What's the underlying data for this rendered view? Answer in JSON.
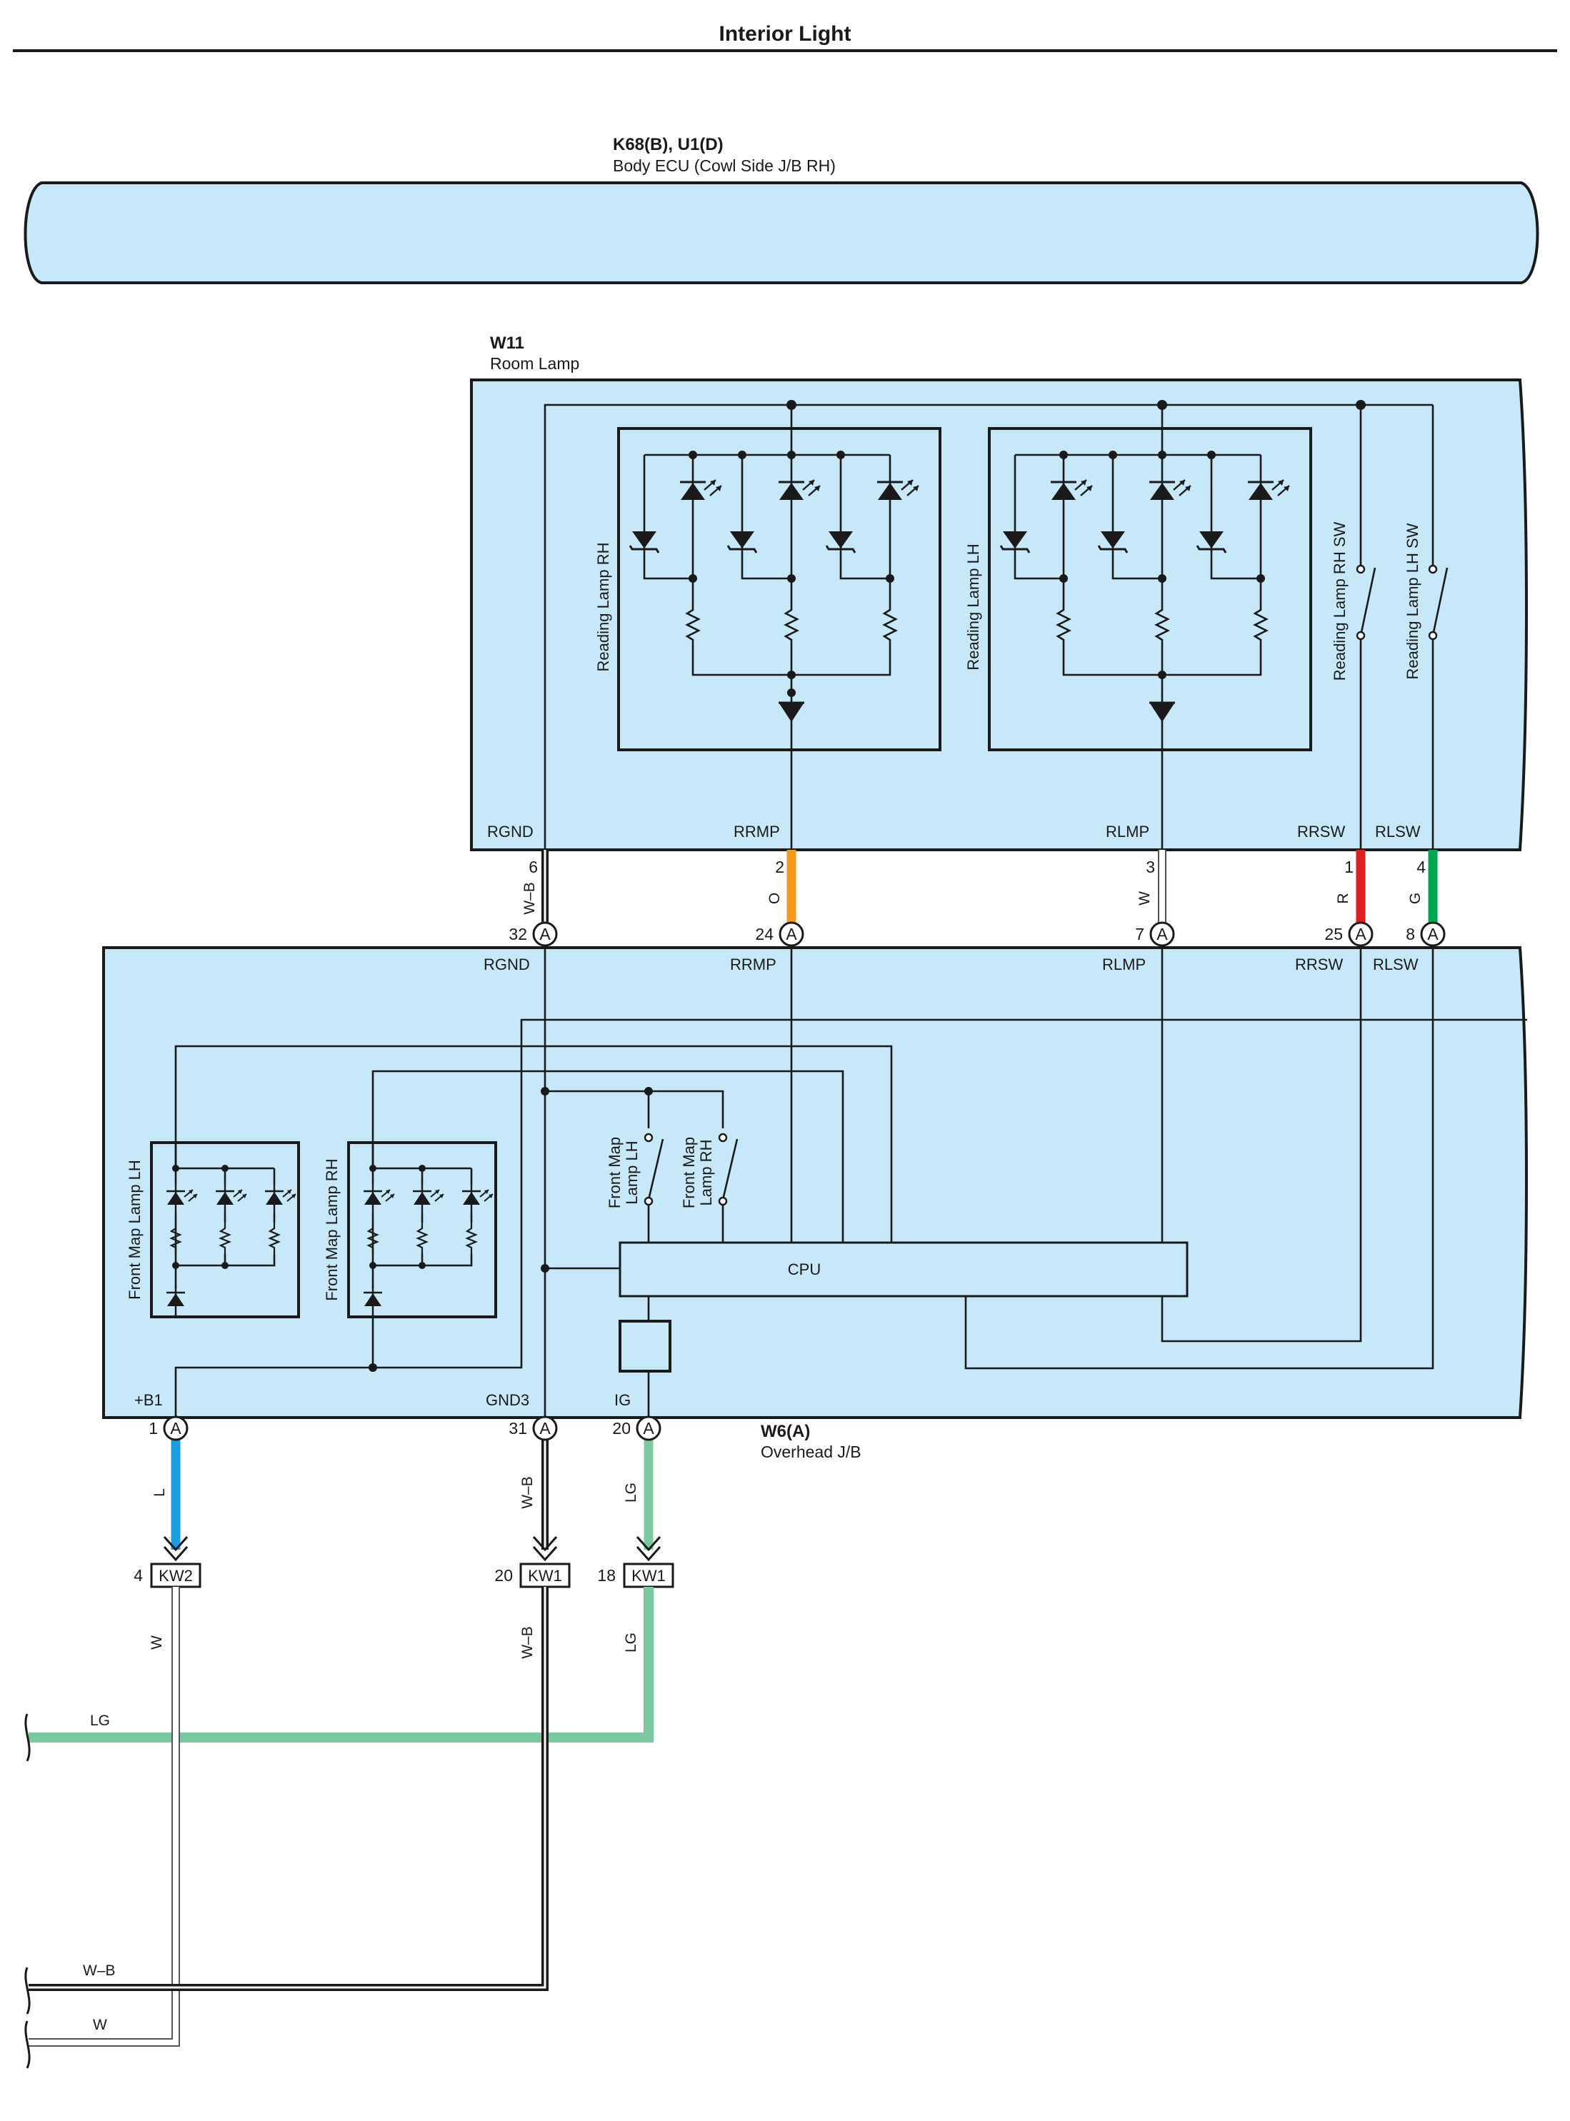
{
  "title": "Interior Light",
  "blocks": {
    "ecu": {
      "id": "K68(B), U1(D)",
      "name": "Body ECU (Cowl Side J/B RH)"
    },
    "room_lamp": {
      "id": "W11",
      "name": "Room Lamp"
    },
    "overhead": {
      "id": "W6(A)",
      "name": "Overhead J/B"
    }
  },
  "room_lamp": {
    "components": [
      "Reading Lamp RH",
      "Reading Lamp LH",
      "Reading Lamp RH SW",
      "Reading Lamp LH SW"
    ],
    "terminals": [
      {
        "name": "RGND",
        "pin": "6",
        "wire": "W–B"
      },
      {
        "name": "RRMP",
        "pin": "2",
        "wire": "O"
      },
      {
        "name": "RLMP",
        "pin": "3",
        "wire": "W"
      },
      {
        "name": "RRSW",
        "pin": "1",
        "wire": "R"
      },
      {
        "name": "RLSW",
        "pin": "4",
        "wire": "G"
      }
    ]
  },
  "overhead": {
    "connector_letter": "A",
    "top_terminals": [
      {
        "name": "RGND",
        "pin": "32"
      },
      {
        "name": "RRMP",
        "pin": "24"
      },
      {
        "name": "RLMP",
        "pin": "7"
      },
      {
        "name": "RRSW",
        "pin": "25"
      },
      {
        "name": "RLSW",
        "pin": "8"
      }
    ],
    "bottom_terminals": [
      {
        "name": "+B1",
        "pin": "1"
      },
      {
        "name": "GND3",
        "pin": "31"
      },
      {
        "name": "IG",
        "pin": "20"
      }
    ],
    "components": [
      "Front Map Lamp LH",
      "Front Map Lamp RH",
      "Front Map",
      "Lamp LH",
      "Front Map",
      "Lamp RH",
      "CPU"
    ]
  },
  "harness": [
    {
      "wire_in": "L",
      "connector": "KW2",
      "pin": "4",
      "wire_out": "W"
    },
    {
      "wire_in": "W–B",
      "connector": "KW1",
      "pin": "20",
      "wire_out": "W–B"
    },
    {
      "wire_in": "LG",
      "connector": "KW1",
      "pin": "18",
      "wire_out": "LG"
    }
  ],
  "ground_lines": [
    "LG",
    "W–B",
    "W"
  ],
  "colors": {
    "panel": "#c6e8f8",
    "orange": "#f39a1e",
    "red": "#e02020",
    "green": "#00a651",
    "blue": "#1a9ce0",
    "light_green": "#7cc9a0",
    "white_wire": "#ffffff"
  }
}
